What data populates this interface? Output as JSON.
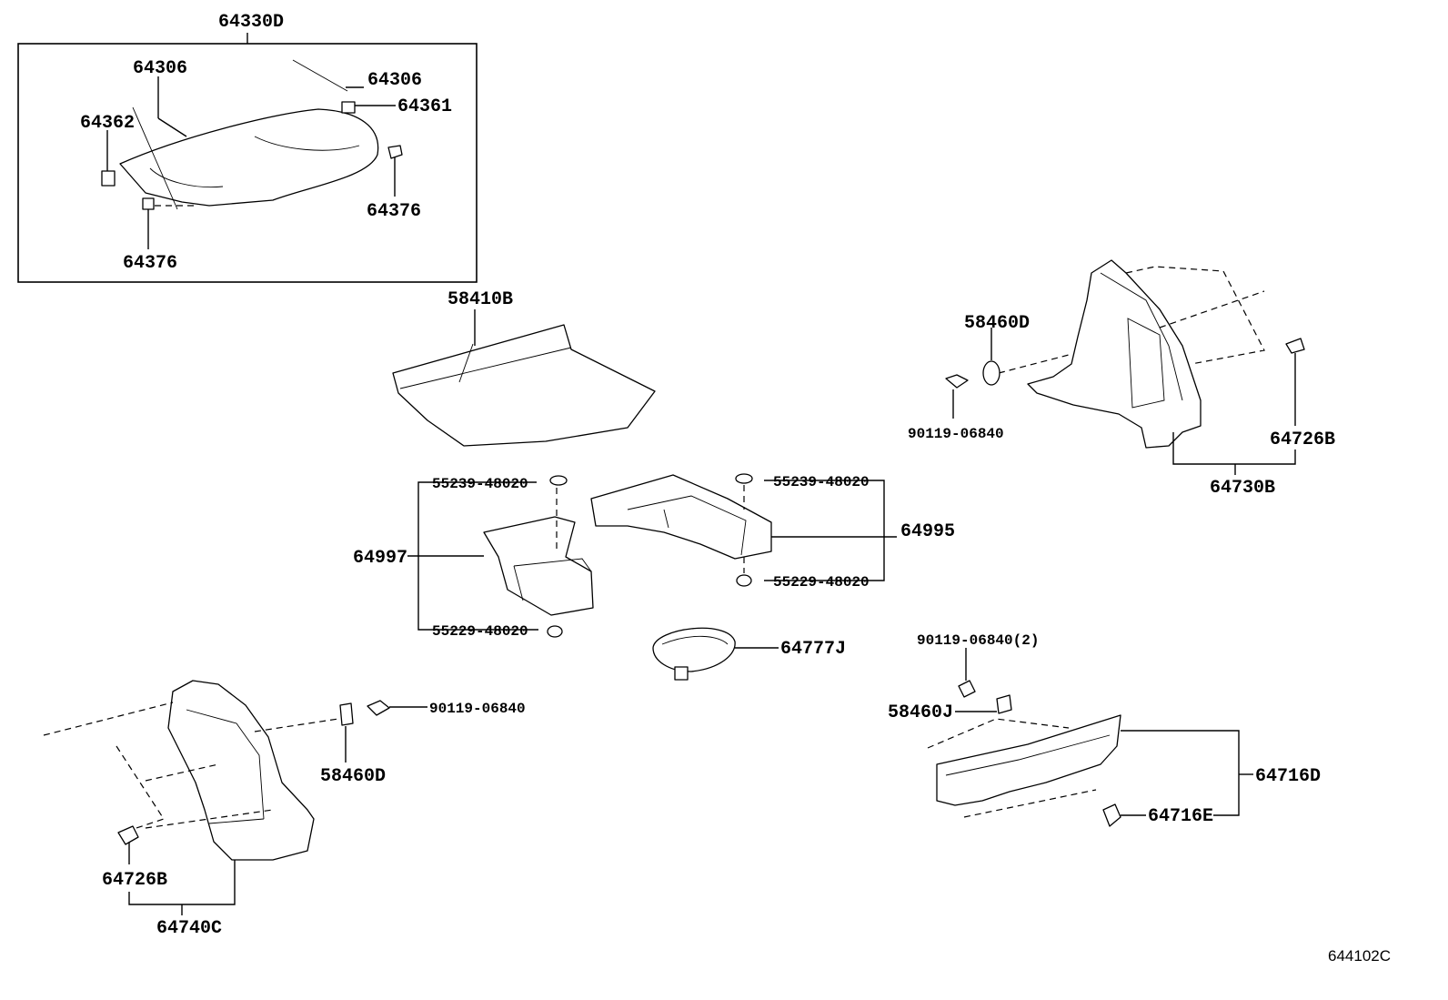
{
  "labels": {
    "p64330D": "64330D",
    "p64306_a": "64306",
    "p64306_b": "64306",
    "p64361": "64361",
    "p64362": "64362",
    "p64376_a": "64376",
    "p64376_b": "64376",
    "p58410B": "58410B",
    "p58460D_a": "58460D",
    "p90119_a": "90119-06840",
    "p64726B_a": "64726B",
    "p64730B": "64730B",
    "p55239_a": "55239-48020",
    "p55239_b": "55239-48020",
    "p64997": "64997",
    "p64995": "64995",
    "p55229_a": "55229-48020",
    "p55229_b": "55229-48020",
    "p64777J": "64777J",
    "p90119_2": "90119-06840(2)",
    "p58460J": "58460J",
    "p64716D": "64716D",
    "p64716E": "64716E",
    "p90119_b": "90119-06840",
    "p58460D_b": "58460D",
    "p64726B_b": "64726B",
    "p64740C": "64740C"
  },
  "reference_code": "644102C"
}
